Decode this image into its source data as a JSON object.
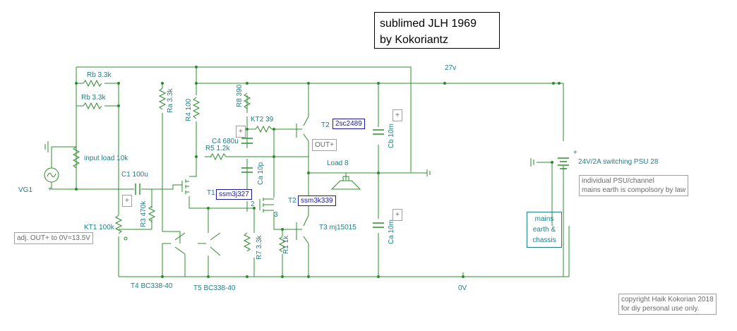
{
  "title": {
    "line1": "sublimed JLH 1969",
    "line2": "by Kokoriantz"
  },
  "rails": {
    "v27": "27v",
    "v0": "0V"
  },
  "components": {
    "rb1": "Rb 3.3k",
    "rb2": "Rb 3.3k",
    "ra": "Ra 3.3k",
    "r4": "R4 100",
    "r8": "R8 390",
    "kt2": "KT2 39",
    "c4": "C4 680u",
    "r5": "R5 1.2k",
    "input_load": "input load 10k",
    "c1": "C1  100u",
    "vg1": "VG1",
    "kt1": "KT1 100k",
    "r3": "R3 470k",
    "t1": "T1",
    "ca_10p": "Ca 10p",
    "r7": "R7 3.3k",
    "r1": "R1 1k",
    "t2_top": "T2",
    "t2_mid": "T2",
    "t3": "T3 mj15015",
    "load": "Load 8",
    "cb": "Cb 10m",
    "ca_10m": "Ca 10m",
    "psu": "24V/2A switching PSU 28",
    "t4": "T4 BC338-40",
    "t5": "T5 BC338-40",
    "pin2": "2",
    "pin3": "3"
  },
  "tags": {
    "t1_part": "ssm3j327",
    "t2_part": "ssm3k339",
    "t2_top_part": "2sc2489",
    "out_plus": "OUT+"
  },
  "notes": {
    "adj": "adj.  OUT+ to 0V=13.5V",
    "psu_line1": "individual PSU/channel",
    "psu_line2": "mains earth is compolsory by law",
    "mains_line1": "mains",
    "mains_line2": "earth &",
    "mains_line3": "chassis",
    "copyright_line1": "copyright Haik Kokorian 2018",
    "copyright_line2": "for diy personal use only."
  },
  "markers": {
    "plus": "+"
  },
  "colors": {
    "wire": "#2e8b2e",
    "label": "#1e7f86",
    "part_tag": "#1a1a9a",
    "note": "#6a6a6a"
  }
}
